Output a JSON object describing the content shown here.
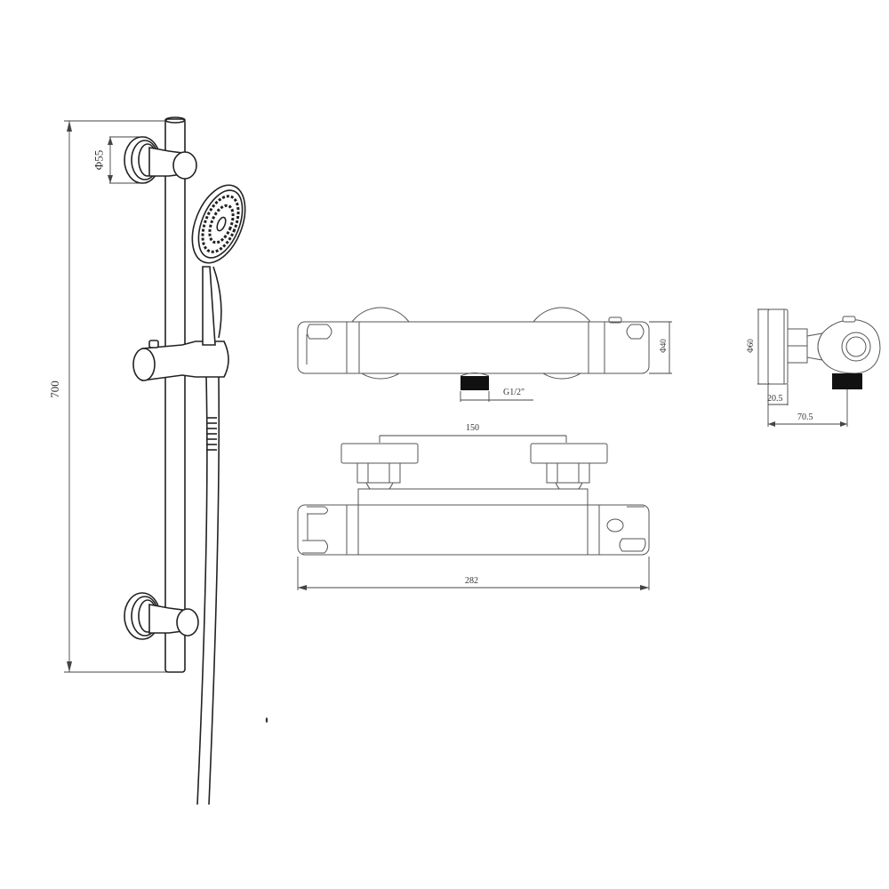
{
  "drawing": {
    "type": "technical-drawing",
    "subject": "thermostatic bar mixer shower set",
    "views": {
      "riser_rail": {
        "dimensions": {
          "height": "700",
          "bracket_diameter": "Φ55"
        }
      },
      "mixer_top_view": {
        "dimensions": {
          "body_diameter": "Φ40",
          "outlet_thread": "G1/2\""
        }
      },
      "mixer_front_view": {
        "dimensions": {
          "inlet_centers": "150",
          "overall_length": "282"
        }
      },
      "mixer_side_view": {
        "dimensions": {
          "flange_diameter": "Φ60",
          "flange_depth": "20.5",
          "outlet_projection": "70.5"
        }
      }
    }
  },
  "colors": {
    "line": "#222222",
    "dimension": "#444444",
    "thread_fill": "#111111",
    "background": "#ffffff"
  }
}
